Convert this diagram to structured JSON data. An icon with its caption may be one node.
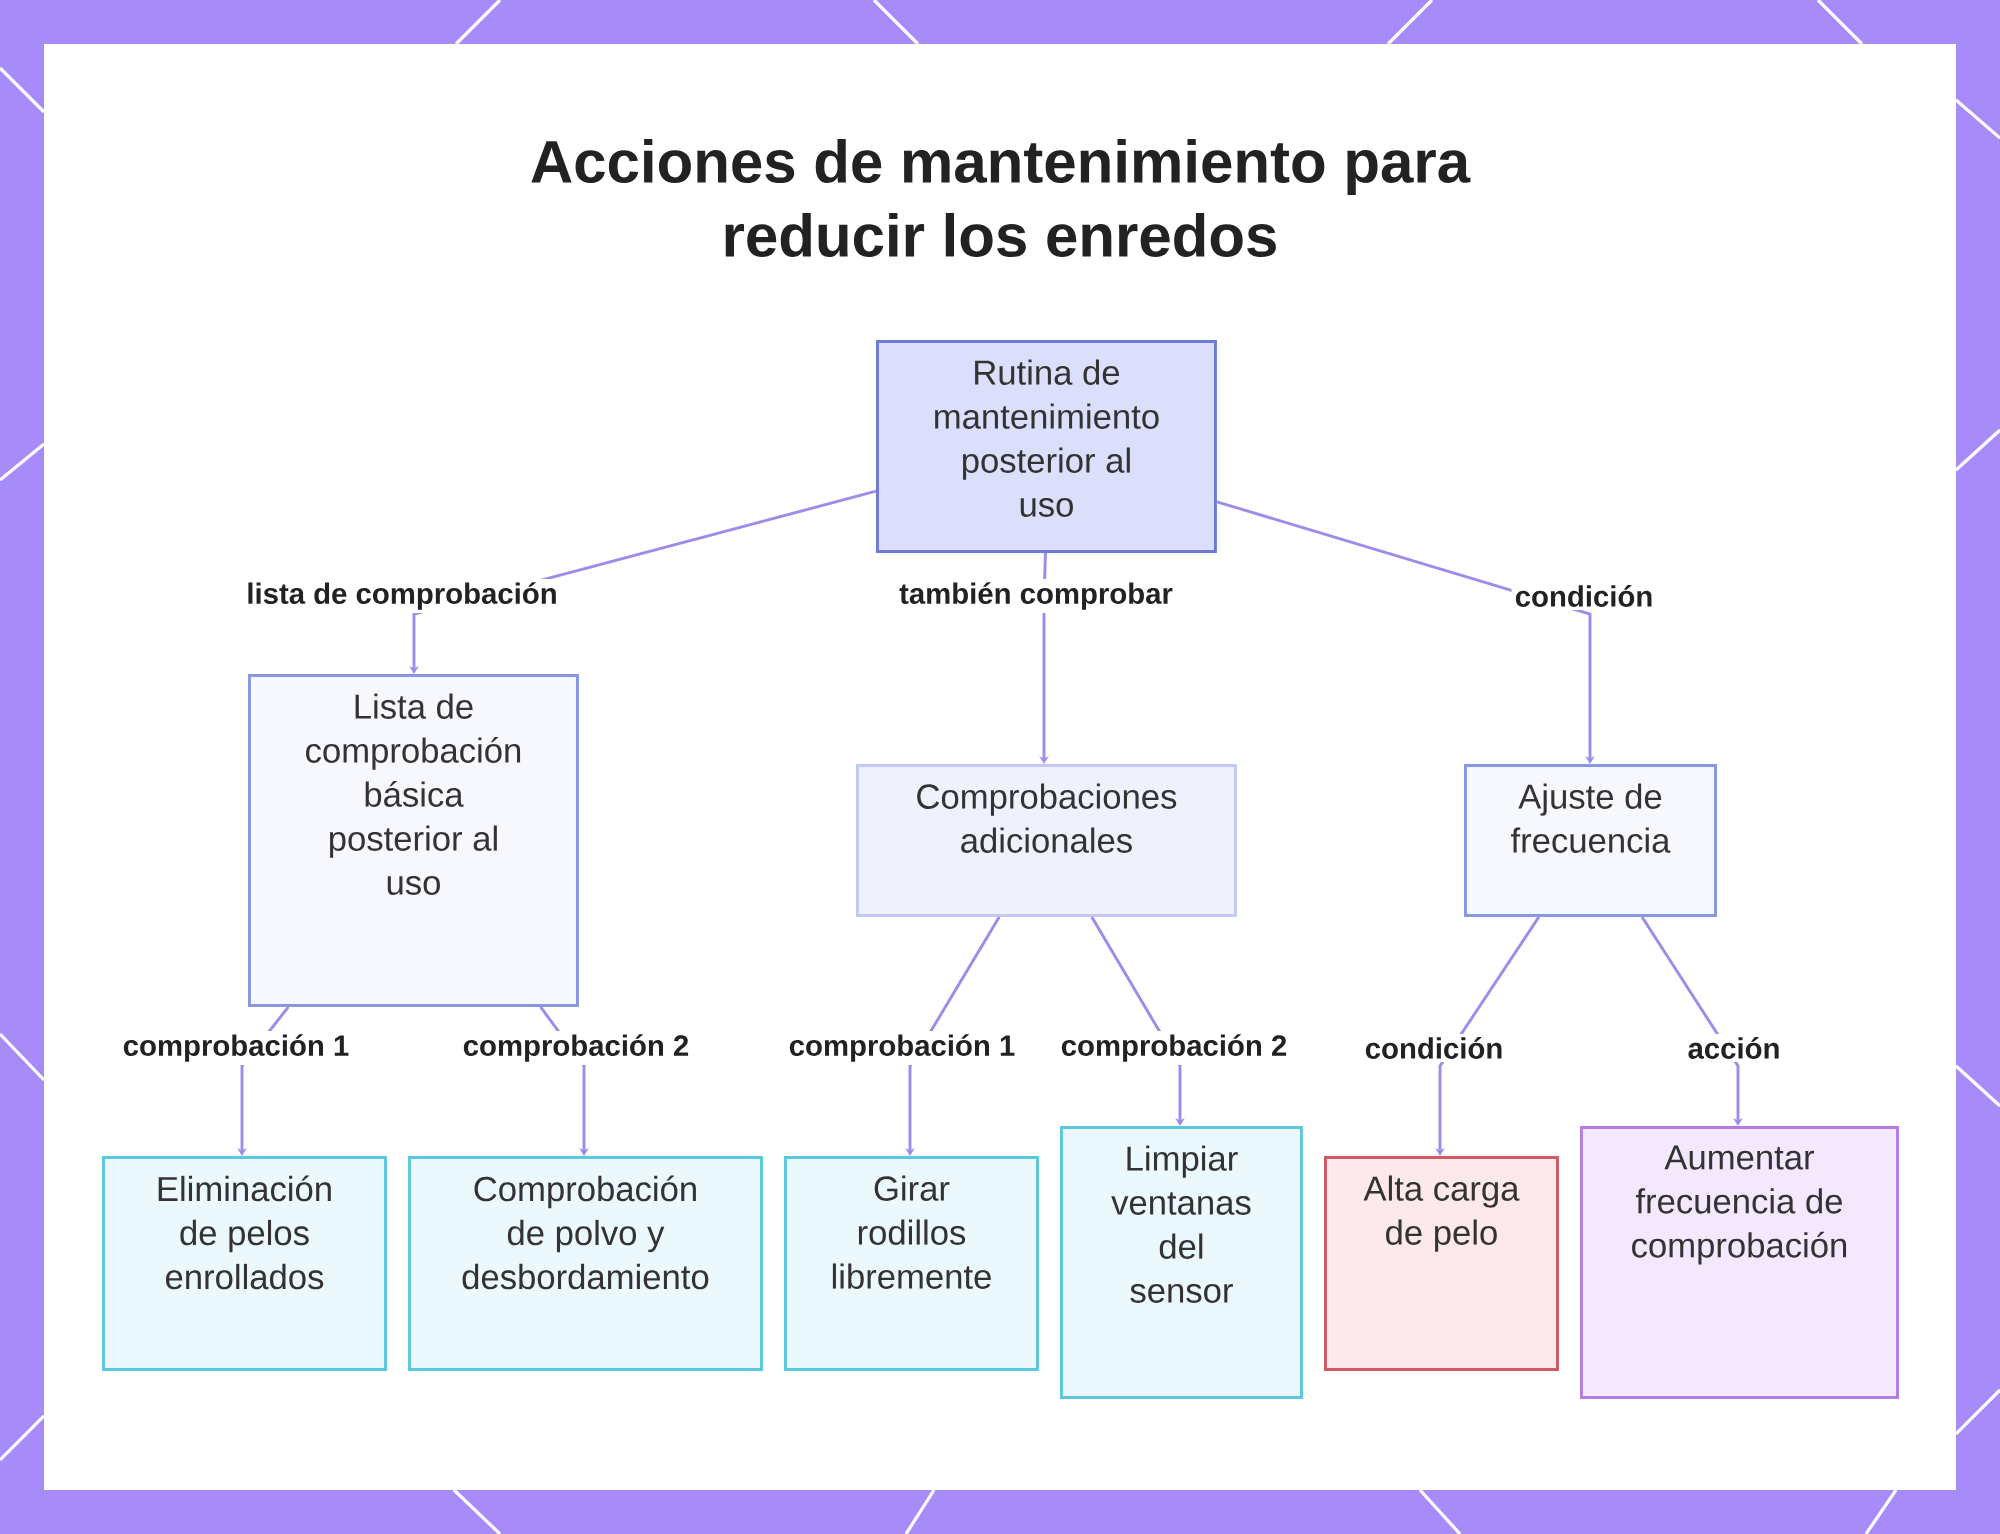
{
  "diagram": {
    "title": "Acciones de mantenimiento para reducir los enredos",
    "nodes": [
      {
        "text": [
          "Rutina de mantenimiento posterior al uso"
        ]
      },
      {
        "text": [
          "Lista de comprobación básica posterior al uso"
        ]
      },
      {
        "text": [
          "Comprobaciones adicionales"
        ]
      },
      {
        "text": [
          "Ajuste de frecuencia"
        ]
      },
      {
        "text": [
          "Eliminación de pelos enrollados"
        ]
      },
      {
        "text": [
          "Comprobación de polvo y desbordamiento"
        ]
      },
      {
        "text": [
          "Girar rodillos libremente"
        ]
      },
      {
        "text": [
          "Limpiar ventanas del sensor"
        ]
      },
      {
        "text": [
          "Alta carga de pelo"
        ]
      },
      {
        "text": [
          "Aumentar frecuencia de comprobación"
        ]
      }
    ],
    "edges": [
      {
        "from": 0,
        "to": 1,
        "arrow": "to",
        "label": "lista de comprobación"
      },
      {
        "from": 0,
        "to": 2,
        "arrow": "to",
        "label": "también comprobar"
      },
      {
        "from": 0,
        "to": 3,
        "arrow": "to",
        "label": "condición"
      },
      {
        "from": 1,
        "to": 4,
        "arrow": "to",
        "label": "comprobación 1"
      },
      {
        "from": 1,
        "to": 5,
        "arrow": "to",
        "label": "comprobación 2"
      },
      {
        "from": 2,
        "to": 6,
        "arrow": "to",
        "label": "comprobación 1"
      },
      {
        "from": 2,
        "to": 7,
        "arrow": "to",
        "label": "comprobación 2"
      },
      {
        "from": 3,
        "to": 8,
        "arrow": "to",
        "label": "condición"
      },
      {
        "from": 3,
        "to": 9,
        "arrow": "to",
        "label": "acción"
      }
    ]
  }
}
